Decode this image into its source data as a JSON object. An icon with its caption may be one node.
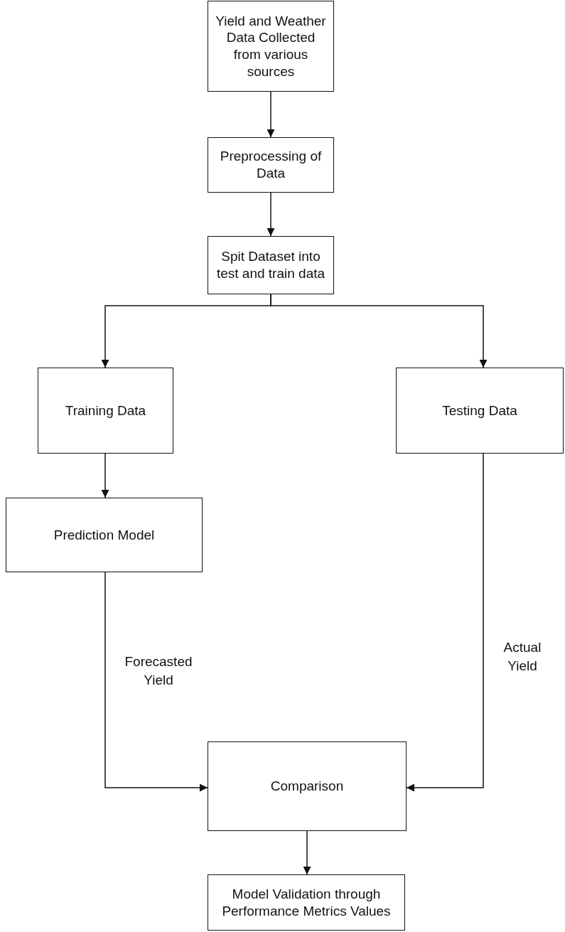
{
  "diagram": {
    "nodes": [
      {
        "text": [
          "Yield and Weather Data Collected from various sources"
        ]
      },
      {
        "text": [
          "Preprocessing of Data"
        ]
      },
      {
        "text": [
          "Spit Dataset into test and train data"
        ]
      },
      {
        "text": [
          "Training Data"
        ]
      },
      {
        "text": [
          "Testing Data"
        ]
      },
      {
        "text": [
          "Prediction Model"
        ]
      },
      {
        "text": [
          "Comparison"
        ]
      },
      {
        "text": [
          "Model Validation through Performance Metrics Values"
        ]
      }
    ],
    "edges": [
      {
        "from": 0,
        "to": 1,
        "arrow": "to"
      },
      {
        "from": 1,
        "to": 2,
        "arrow": "to"
      },
      {
        "from": 2,
        "to": 3,
        "arrow": "to"
      },
      {
        "from": 2,
        "to": 4,
        "arrow": "to"
      },
      {
        "from": 3,
        "to": 5,
        "arrow": "to"
      },
      {
        "from": 5,
        "to": 6,
        "arrow": "to",
        "label": "Forecasted Yield"
      },
      {
        "from": 4,
        "to": 6,
        "arrow": "to",
        "label": "Actual Yield"
      },
      {
        "from": 6,
        "to": 7,
        "arrow": "to"
      }
    ]
  }
}
